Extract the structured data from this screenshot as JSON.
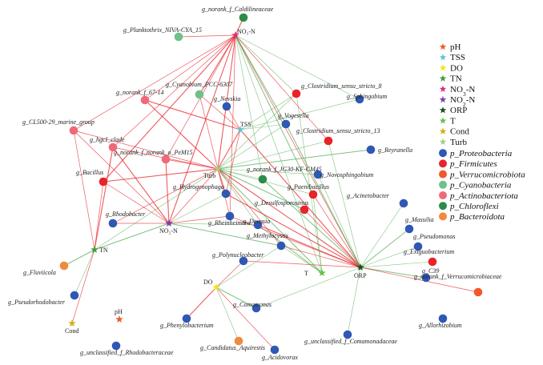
{
  "colors": {
    "Proteobacteria": "#2f58b4",
    "Firmicutes": "#e8232a",
    "Verrucomicrobiota": "#f2582b",
    "Cyanobacteria": "#6ec188",
    "Actinobacteriota": "#ef6a78",
    "Chloroflexi": "#2e8b4a",
    "Bacteroidota": "#f08a3c",
    "pos_edge": "#e8232a",
    "neg_edge": "#4aa84a"
  },
  "legend": {
    "env": [
      {
        "label": "pH",
        "color": "#e8602a",
        "icon": "star"
      },
      {
        "label": "TSS",
        "color": "#5fc6d8",
        "icon": "star"
      },
      {
        "label": "DO",
        "color": "#f2e31a",
        "icon": "star"
      },
      {
        "label": "TN",
        "color": "#3f9f3f",
        "icon": "star"
      },
      {
        "label": "NO3-N",
        "base": "NO",
        "sub": "3",
        "tail": "-N",
        "color": "#e02a7a",
        "icon": "star"
      },
      {
        "label": "NO2-N",
        "base": "NO",
        "sub": "2",
        "tail": "-N",
        "color": "#7a3fb0",
        "icon": "star"
      },
      {
        "label": "ORP",
        "color": "#1f4d22",
        "icon": "star"
      },
      {
        "label": "T",
        "color": "#66c04a",
        "icon": "star"
      },
      {
        "label": "Cond",
        "color": "#d4b01e",
        "icon": "star"
      },
      {
        "label": "Turb",
        "color": "#a7d07a",
        "icon": "star"
      }
    ],
    "phyla": [
      {
        "label": "p_Proteobacteria",
        "color": "#2f58b4"
      },
      {
        "label": "p_Firmicutes",
        "color": "#e8232a"
      },
      {
        "label": "p_Verrucomicrobiota",
        "color": "#f2582b"
      },
      {
        "label": "p_Cyanobacteria",
        "color": "#6ec188"
      },
      {
        "label": "p_Actinobacteriota",
        "color": "#ef6a78"
      },
      {
        "label": "p_Chloroflexi",
        "color": "#2e8b4a"
      },
      {
        "label": "p_Bacteroidota",
        "color": "#f08a3c"
      }
    ]
  },
  "env_nodes": [
    {
      "id": "NO3",
      "label": "NO₃-N",
      "color": "#e02a7a"
    },
    {
      "id": "TSS",
      "label": "TSS",
      "color": "#5fc6d8"
    },
    {
      "id": "Turb",
      "label": "Turb",
      "color": "#a7d07a"
    },
    {
      "id": "NO2",
      "label": "NO₂-N",
      "color": "#7a3fb0"
    },
    {
      "id": "TN",
      "label": "TN",
      "color": "#3f9f3f"
    },
    {
      "id": "DO",
      "label": "DO",
      "color": "#f2e31a"
    },
    {
      "id": "T",
      "label": "T",
      "color": "#66c04a"
    },
    {
      "id": "ORP",
      "label": "ORP",
      "color": "#1f4d22"
    },
    {
      "id": "Cond",
      "label": "Cond",
      "color": "#d4b01e"
    },
    {
      "id": "pH",
      "label": "pH",
      "color": "#e8602a"
    }
  ],
  "taxa": [
    {
      "id": "caldi",
      "label": "g_norank_f_Caldilineaceae",
      "phylum": "Chloroflexi"
    },
    {
      "id": "plank",
      "label": "g_Planktothrix_NIVA-CYA_15",
      "phylum": "Cyanobacteria"
    },
    {
      "id": "nor67",
      "label": "g_norank_f_67-14",
      "phylum": "Actinobacteriota"
    },
    {
      "id": "cyano",
      "label": "g_Cyanobium_PCC-6307",
      "phylum": "Cyanobacteria"
    },
    {
      "id": "nevsk",
      "label": "g_Nevskia",
      "phylum": "Proteobacteria"
    },
    {
      "id": "clos8",
      "label": "g_Clostridium_sensu_stricto_8",
      "phylum": "Firmicutes"
    },
    {
      "id": "sphin",
      "label": "g_Sphingobium",
      "phylum": "Proteobacteria"
    },
    {
      "id": "cl500",
      "label": "g_CL500-29_marine_group",
      "phylum": "Actinobacteriota"
    },
    {
      "id": "hgcI",
      "label": "g_hgcI_clade",
      "phylum": "Actinobacteriota"
    },
    {
      "id": "voges",
      "label": "g_Vogesella",
      "phylum": "Proteobacteria"
    },
    {
      "id": "clos13",
      "label": "g_Clostridium_sensu_stricto_13",
      "phylum": "Firmicutes"
    },
    {
      "id": "reyra",
      "label": "g_Reyranella",
      "phylum": "Proteobacteria"
    },
    {
      "id": "bacil",
      "label": "g_Bacillus",
      "phylum": "Firmicutes"
    },
    {
      "id": "pcm15",
      "label": "g_norank_f_norank_o_PeM15",
      "phylum": "Actinobacteriota"
    },
    {
      "id": "jg30",
      "label": "g_norank_f_JG30-KF-CM45",
      "phylum": "Chloroflexi"
    },
    {
      "id": "novos",
      "label": "g_Novosphingobium",
      "phylum": "Proteobacteria"
    },
    {
      "id": "hydro",
      "label": "g_Hydrogenophaga",
      "phylum": "Proteobacteria"
    },
    {
      "id": "paeni",
      "label": "g_Paenibacillus",
      "phylum": "Firmicutes"
    },
    {
      "id": "desul",
      "label": "g_Desulfosporosinus",
      "phylum": "Firmicutes"
    },
    {
      "id": "acine",
      "label": "g_Acinetobacter",
      "phylum": "Proteobacteria"
    },
    {
      "id": "rhodob",
      "label": "g_Rhodobacter",
      "phylum": "Proteobacteria"
    },
    {
      "id": "rhein",
      "label": "g_Rheinheimera",
      "phylum": "Proteobacteria"
    },
    {
      "id": "devos",
      "label": "g_Devosia",
      "phylum": "Proteobacteria"
    },
    {
      "id": "massi",
      "label": "g_Massilia",
      "phylum": "Proteobacteria"
    },
    {
      "id": "methy",
      "label": "g_Methylocystis",
      "phylum": "Proteobacteria"
    },
    {
      "id": "pseud",
      "label": "g_Pseudomonas",
      "phylum": "Proteobacteria"
    },
    {
      "id": "exigu",
      "label": "g_Exiguobacterium",
      "phylum": "Firmicutes"
    },
    {
      "id": "fluvi",
      "label": "g_Fluviicola",
      "phylum": "Bacteroidota"
    },
    {
      "id": "polyn",
      "label": "g_Polynucleobacter",
      "phylum": "Proteobacteria"
    },
    {
      "id": "c39",
      "label": "g_C39",
      "phylum": "Proteobacteria"
    },
    {
      "id": "nverr",
      "label": "g_norank_f_Verrucomicrobiaceae",
      "phylum": "Verrucomicrobiota"
    },
    {
      "id": "psrho",
      "label": "g_Pseudorhodobacter",
      "phylum": "Proteobacteria"
    },
    {
      "id": "comam",
      "label": "g_Comamonas",
      "phylum": "Proteobacteria"
    },
    {
      "id": "phenyl",
      "label": "g_Phenylobacterium",
      "phylum": "Proteobacteria"
    },
    {
      "id": "allor",
      "label": "g_Allorhizobium",
      "phylum": "Proteobacteria"
    },
    {
      "id": "urhod",
      "label": "g_unclassified_f_Rhodobacteraceae",
      "phylum": "Proteobacteria"
    },
    {
      "id": "candi",
      "label": "g_Candidatus_Aquirestis",
      "phylum": "Bacteroidota"
    },
    {
      "id": "acido",
      "label": "g_Acidovorax",
      "phylum": "Proteobacteria"
    },
    {
      "id": "ucoma",
      "label": "g_unclassified_f_Comamonadaceae",
      "phylum": "Proteobacteria"
    }
  ],
  "edges": [
    [
      "NO3",
      "caldi",
      "p"
    ],
    [
      "NO3",
      "plank",
      "p"
    ],
    [
      "NO3",
      "nor67",
      "p"
    ],
    [
      "NO3",
      "cyano",
      "p"
    ],
    [
      "NO3",
      "cl500",
      "p"
    ],
    [
      "NO3",
      "hgcI",
      "p"
    ],
    [
      "NO3",
      "bacil",
      "p"
    ],
    [
      "NO3",
      "pcm15",
      "p"
    ],
    [
      "NO3",
      "clos8",
      "n"
    ],
    [
      "NO3",
      "voges",
      "n"
    ],
    [
      "NO3",
      "sphin",
      "n"
    ],
    [
      "NO3",
      "clos13",
      "p"
    ],
    [
      "NO3",
      "paeni",
      "n"
    ],
    [
      "NO3",
      "ORP",
      "p"
    ],
    [
      "NO3",
      "T",
      "n"
    ],
    [
      "NO3",
      "NO2",
      "p"
    ],
    [
      "NO3",
      "rhein",
      "p"
    ],
    [
      "NO3",
      "jg30",
      "n"
    ],
    [
      "NO3",
      "Turb",
      "p"
    ],
    [
      "TSS",
      "nevsk",
      "p"
    ],
    [
      "TSS",
      "cyano",
      "p"
    ],
    [
      "TSS",
      "nor67",
      "p"
    ],
    [
      "TSS",
      "clos8",
      "n"
    ],
    [
      "TSS",
      "voges",
      "n"
    ],
    [
      "TSS",
      "Turb",
      "p"
    ],
    [
      "TSS",
      "sphin",
      "n"
    ],
    [
      "TSS",
      "hydro",
      "p"
    ],
    [
      "TSS",
      "ORP",
      "p"
    ],
    [
      "Turb",
      "cl500",
      "p"
    ],
    [
      "Turb",
      "hgcI",
      "p"
    ],
    [
      "Turb",
      "bacil",
      "p"
    ],
    [
      "Turb",
      "pcm15",
      "p"
    ],
    [
      "Turb",
      "cyano",
      "p"
    ],
    [
      "Turb",
      "nor67",
      "p"
    ],
    [
      "Turb",
      "clos8",
      "n"
    ],
    [
      "Turb",
      "clos13",
      "n"
    ],
    [
      "Turb",
      "reyra",
      "n"
    ],
    [
      "Turb",
      "novos",
      "n"
    ],
    [
      "Turb",
      "jg30",
      "n"
    ],
    [
      "Turb",
      "hydro",
      "p"
    ],
    [
      "Turb",
      "rhein",
      "p"
    ],
    [
      "Turb",
      "paeni",
      "n"
    ],
    [
      "Turb",
      "desul",
      "n"
    ],
    [
      "Turb",
      "devos",
      "n"
    ],
    [
      "Turb",
      "methy",
      "p"
    ],
    [
      "Turb",
      "ORP",
      "p"
    ],
    [
      "Turb",
      "NO2",
      "p"
    ],
    [
      "Turb",
      "rhodob",
      "p"
    ],
    [
      "Turb",
      "T",
      "n"
    ],
    [
      "Turb",
      "voges",
      "n"
    ],
    [
      "Turb",
      "TN",
      "n"
    ],
    [
      "NO2",
      "hgcI",
      "p"
    ],
    [
      "NO2",
      "bacil",
      "p"
    ],
    [
      "NO2",
      "cl500",
      "p"
    ],
    [
      "NO2",
      "pcm15",
      "p"
    ],
    [
      "NO2",
      "hydro",
      "n"
    ],
    [
      "NO2",
      "rhodob",
      "p"
    ],
    [
      "NO2",
      "TN",
      "n"
    ],
    [
      "NO2",
      "rhein",
      "p"
    ],
    [
      "NO2",
      "devos",
      "n"
    ],
    [
      "NO2",
      "methy",
      "n"
    ],
    [
      "TN",
      "cl500",
      "p"
    ],
    [
      "TN",
      "bacil",
      "p"
    ],
    [
      "TN",
      "fluvi",
      "n"
    ],
    [
      "TN",
      "psrho",
      "n"
    ],
    [
      "TN",
      "Cond",
      "p"
    ],
    [
      "TN",
      "hgcI",
      "p"
    ],
    [
      "ORP",
      "paeni",
      "p"
    ],
    [
      "ORP",
      "desul",
      "p"
    ],
    [
      "ORP",
      "devos",
      "p"
    ],
    [
      "ORP",
      "methy",
      "p"
    ],
    [
      "ORP",
      "acine",
      "n"
    ],
    [
      "ORP",
      "massi",
      "n"
    ],
    [
      "ORP",
      "pseud",
      "n"
    ],
    [
      "ORP",
      "exigu",
      "n"
    ],
    [
      "ORP",
      "c39",
      "n"
    ],
    [
      "ORP",
      "nverr",
      "p"
    ],
    [
      "ORP",
      "polyn",
      "p"
    ],
    [
      "ORP",
      "hydro",
      "p"
    ],
    [
      "ORP",
      "rhein",
      "p"
    ],
    [
      "ORP",
      "clos13",
      "n"
    ],
    [
      "ORP",
      "jg30",
      "n"
    ],
    [
      "ORP",
      "comam",
      "n"
    ],
    [
      "ORP",
      "ucoma",
      "n"
    ],
    [
      "ORP",
      "voges",
      "n"
    ],
    [
      "ORP",
      "novos",
      "n"
    ],
    [
      "DO",
      "polyn",
      "p"
    ],
    [
      "DO",
      "phenyl",
      "p"
    ],
    [
      "DO",
      "acido",
      "p"
    ],
    [
      "DO",
      "candi",
      "n"
    ],
    [
      "DO",
      "comam",
      "n"
    ],
    [
      "DO",
      "methy",
      "n"
    ],
    [
      "T",
      "clos8",
      "n"
    ],
    [
      "T",
      "devos",
      "n"
    ],
    [
      "T",
      "methy",
      "n"
    ],
    [
      "T",
      "paeni",
      "n"
    ]
  ]
}
